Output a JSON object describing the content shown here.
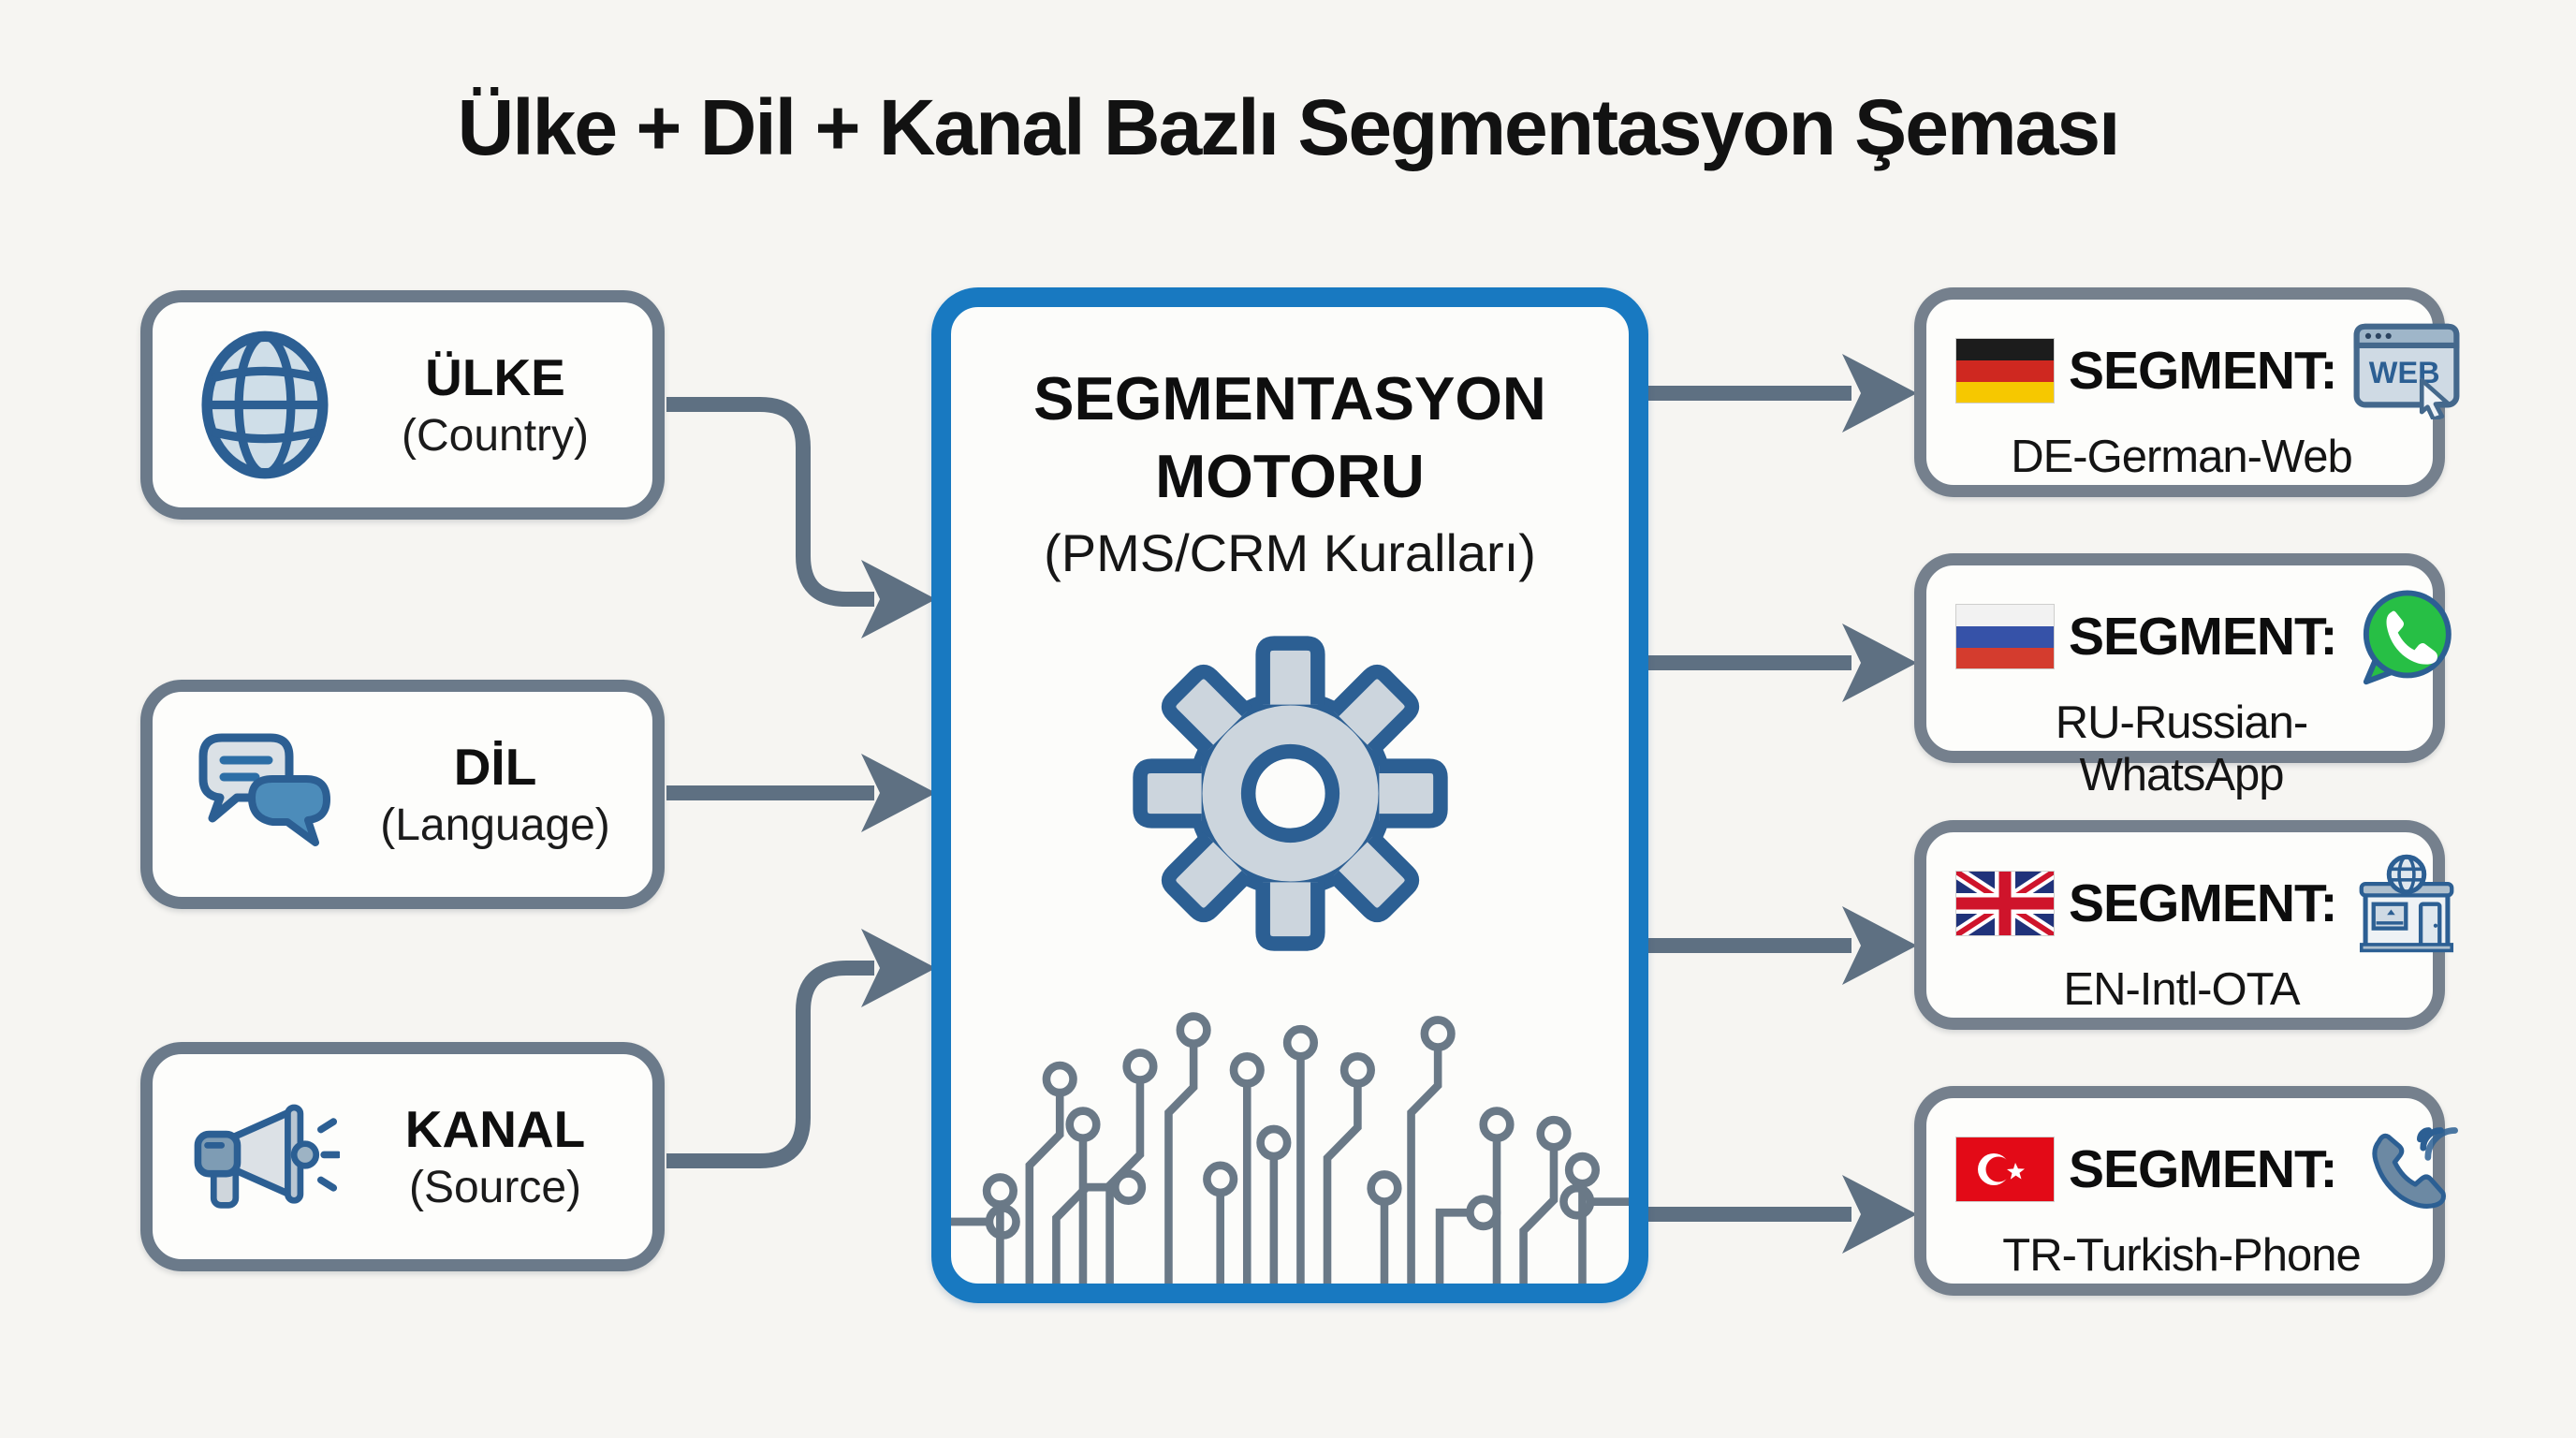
{
  "title": "Ülke + Dil + Kanal Bazlı Segmentasyon Şeması",
  "inputs": [
    {
      "label": "ÜLKE",
      "sublabel": "(Country)",
      "icon": "globe-icon"
    },
    {
      "label": "DİL",
      "sublabel": "(Language)",
      "icon": "chat-bubbles-icon"
    },
    {
      "label": "KANAL",
      "sublabel": "(Source)",
      "icon": "megaphone-icon"
    }
  ],
  "engine": {
    "title": "SEGMENTASYON MOTORU",
    "subtitle": "(PMS/CRM Kuralları)",
    "icon": "gear-icon",
    "decoration": "circuit-board"
  },
  "segments": [
    {
      "label": "SEGMENT:",
      "value": "DE-German-Web",
      "flag": "germany-flag",
      "icon": "web-browser-icon",
      "icon_text": "WEB"
    },
    {
      "label": "SEGMENT:",
      "value": "RU-Russian-WhatsApp",
      "flag": "russia-flag",
      "icon": "whatsapp-icon"
    },
    {
      "label": "SEGMENT:",
      "value": "EN-Intl-OTA",
      "flag": "uk-flag",
      "icon": "ota-storefront-icon"
    },
    {
      "label": "SEGMENT:",
      "value": "TR-Turkish-Phone",
      "flag": "turkey-flag",
      "icon": "phone-icon"
    }
  ],
  "colors": {
    "background": "#f6f5f2",
    "engine_border": "#1879c1",
    "input_box_border": "#6b7a8a",
    "segment_box_border": "#75808d",
    "arrow": "#5e7082",
    "icon_stroke": "#2c5f93",
    "whatsapp_green": "#27bf45",
    "germany": [
      "#1c1c1c",
      "#cf2820",
      "#f6c800"
    ],
    "russia": [
      "#f2f2f2",
      "#3652a8",
      "#d43c2e"
    ],
    "uk": [
      "#20327a",
      "#ffffff",
      "#cf142b"
    ],
    "turkey": [
      "#e30a17",
      "#ffffff"
    ]
  }
}
